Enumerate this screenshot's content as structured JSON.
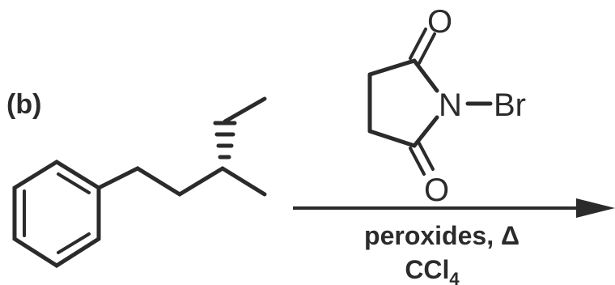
{
  "diagram": {
    "part_label": "(b)",
    "reagent": {
      "atoms": {
        "oxygen_top": "O",
        "nitrogen": "N",
        "bromine": "Br",
        "oxygen_bottom": "O"
      }
    },
    "conditions": {
      "line1": "peroxides, Δ",
      "solvent_main": "CCl",
      "solvent_subscript": "4"
    },
    "colors": {
      "ink": "#2b2b2b",
      "background": "#ffffff"
    }
  }
}
